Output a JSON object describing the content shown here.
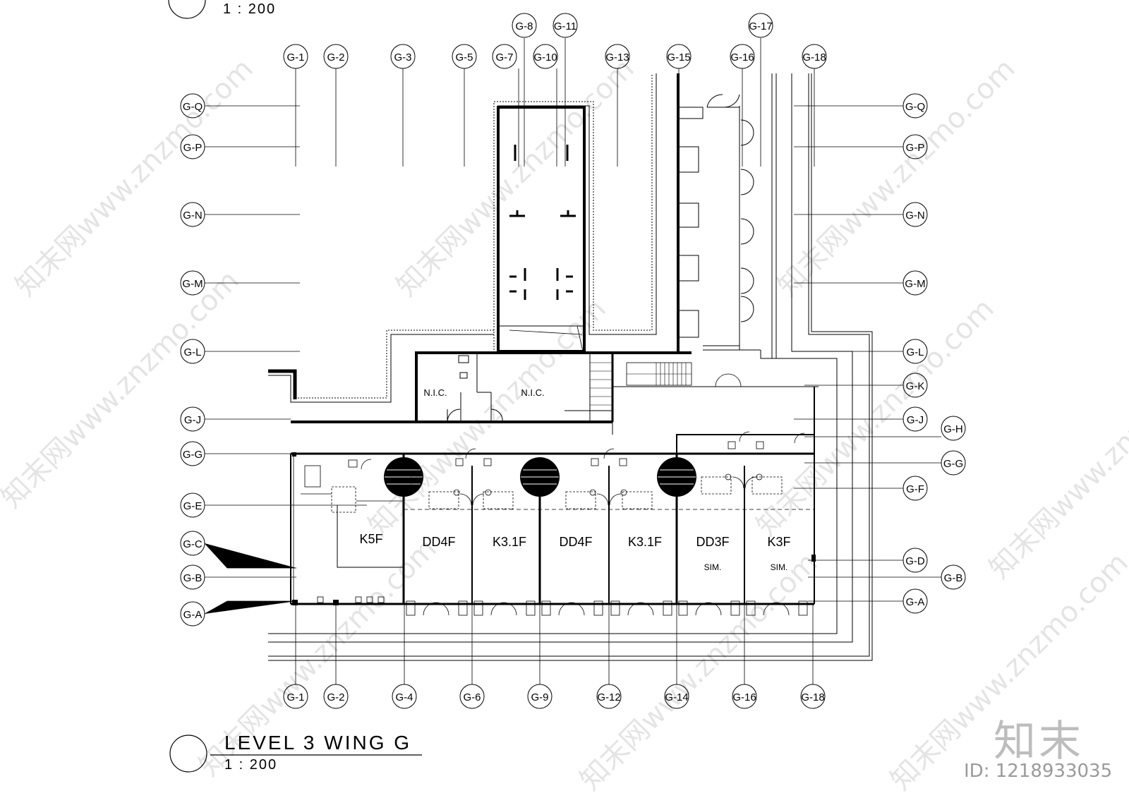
{
  "drawing": {
    "title": "LEVEL 3 WING G",
    "scale": "1 : 200",
    "top_scale": "1 : 200"
  },
  "grid_top": [
    "G-1",
    "G-2",
    "G-3",
    "G-5",
    "G-7",
    "G-8",
    "G-10",
    "G-11",
    "G-13",
    "G-15",
    "G-16",
    "G-17",
    "G-18"
  ],
  "grid_bottom": [
    "G-1",
    "G-2",
    "G-4",
    "G-6",
    "G-9",
    "G-12",
    "G-14",
    "G-16",
    "G-18"
  ],
  "grid_left": [
    "G-Q",
    "G-P",
    "G-N",
    "G-M",
    "G-L",
    "G-J",
    "G-G",
    "G-E",
    "G-C",
    "G-B",
    "G-A"
  ],
  "grid_right": [
    "G-Q",
    "G-P",
    "G-N",
    "G-M",
    "G-L",
    "G-K",
    "G-J",
    "G-H",
    "G-G",
    "G-F",
    "G-D",
    "G-B",
    "G-A"
  ],
  "rooms": {
    "nic_1": "N.I.C.",
    "nic_2": "N.I.C.",
    "k5f": "K5F",
    "dd4f_1": "DD4F",
    "k31f_1": "K3.1F",
    "dd4f_2": "DD4F",
    "k31f_2": "K3.1F",
    "dd3f": "DD3F",
    "k3f": "K3F",
    "sim_1": "SIM.",
    "sim_2": "SIM."
  },
  "watermark": {
    "text": "知末网www.znzmo.com",
    "brand": "知末",
    "id": "ID: 1218933035"
  }
}
